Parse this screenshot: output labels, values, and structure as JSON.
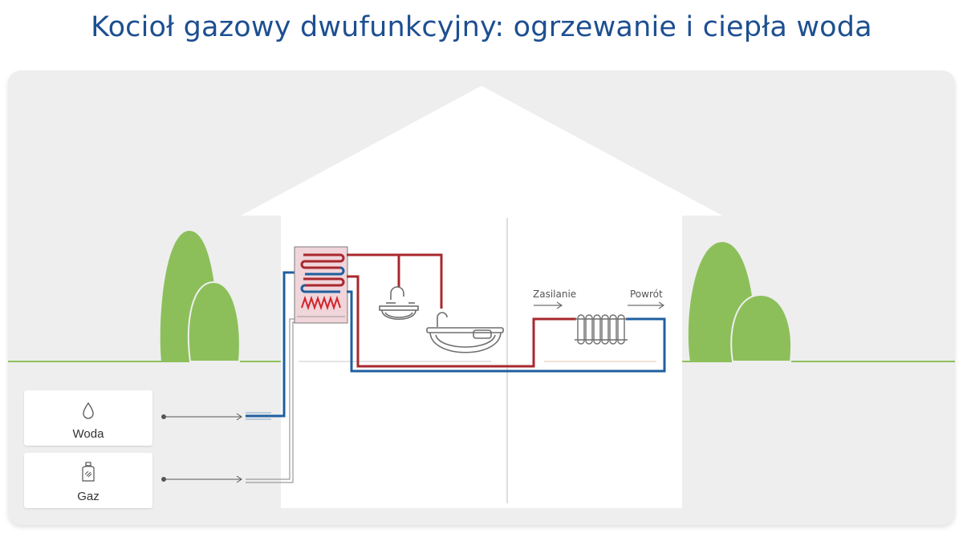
{
  "title": "Kocioł gazowy dwufunkcyjny: ogrzewanie i ciepła woda",
  "inputs": {
    "water_label": "Woda",
    "water_icon": "water-drop-icon",
    "gas_label": "Gaz",
    "gas_icon": "gas-cylinder-icon"
  },
  "heating": {
    "supply_label": "Zasilanie",
    "return_label": "Powrót"
  },
  "colors": {
    "hot": "#a8282e",
    "cold": "#1f5fa0",
    "grass": "#8cbf5a",
    "tree": "#8cbf5a",
    "title": "#1d4f91"
  }
}
